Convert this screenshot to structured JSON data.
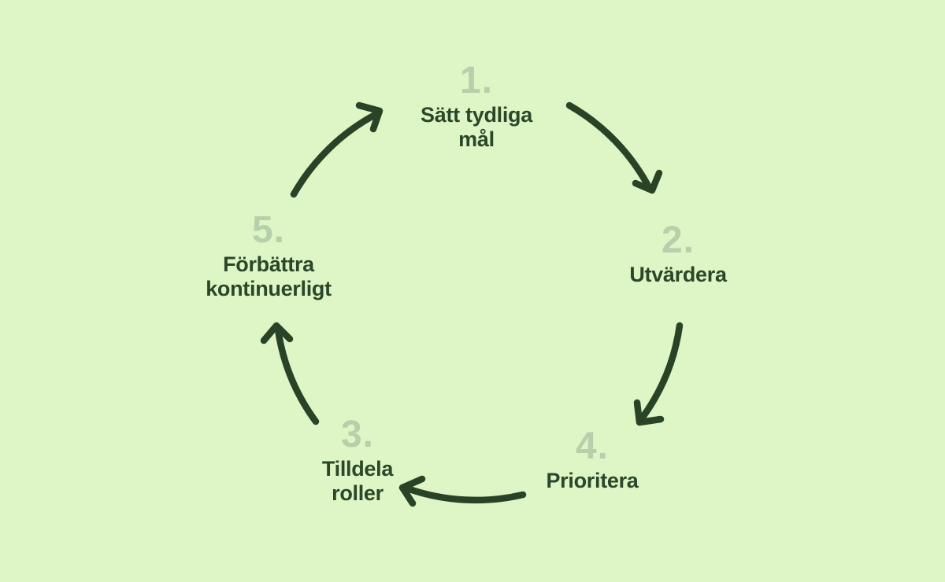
{
  "diagram": {
    "type": "cycle",
    "language": "sv",
    "colors": {
      "background": "#def5c6",
      "step_number": "#b7cfaa",
      "step_label": "#2a4729",
      "arrow": "#294327"
    },
    "steps": [
      {
        "number": "1.",
        "label": "Sätt tydliga mål",
        "lines": [
          "Sätt tydliga",
          "mål"
        ],
        "position": "top"
      },
      {
        "number": "2.",
        "label": "Utvärdera",
        "lines": [
          "Utvärdera"
        ],
        "position": "right"
      },
      {
        "number": "3.",
        "label": "Tilldela roller",
        "lines": [
          "Tilldela",
          "roller"
        ],
        "position": "bottom-left"
      },
      {
        "number": "4.",
        "label": "Prioritera",
        "lines": [
          "Prioritera"
        ],
        "position": "bottom-right"
      },
      {
        "number": "5.",
        "label": "Förbättra kontinuerligt",
        "lines": [
          "Förbättra",
          "kontinuerligt"
        ],
        "position": "left"
      }
    ],
    "arrows": [
      {
        "from": "Sätt tydliga mål",
        "to": "Utvärdera",
        "direction": "clockwise"
      },
      {
        "from": "Utvärdera",
        "to": "Prioritera",
        "direction": "clockwise"
      },
      {
        "from": "Prioritera",
        "to": "Tilldela roller",
        "direction": "clockwise"
      },
      {
        "from": "Tilldela roller",
        "to": "Förbättra kontinuerligt",
        "direction": "clockwise"
      },
      {
        "from": "Förbättra kontinuerligt",
        "to": "Sätt tydliga mål",
        "direction": "clockwise"
      }
    ]
  }
}
